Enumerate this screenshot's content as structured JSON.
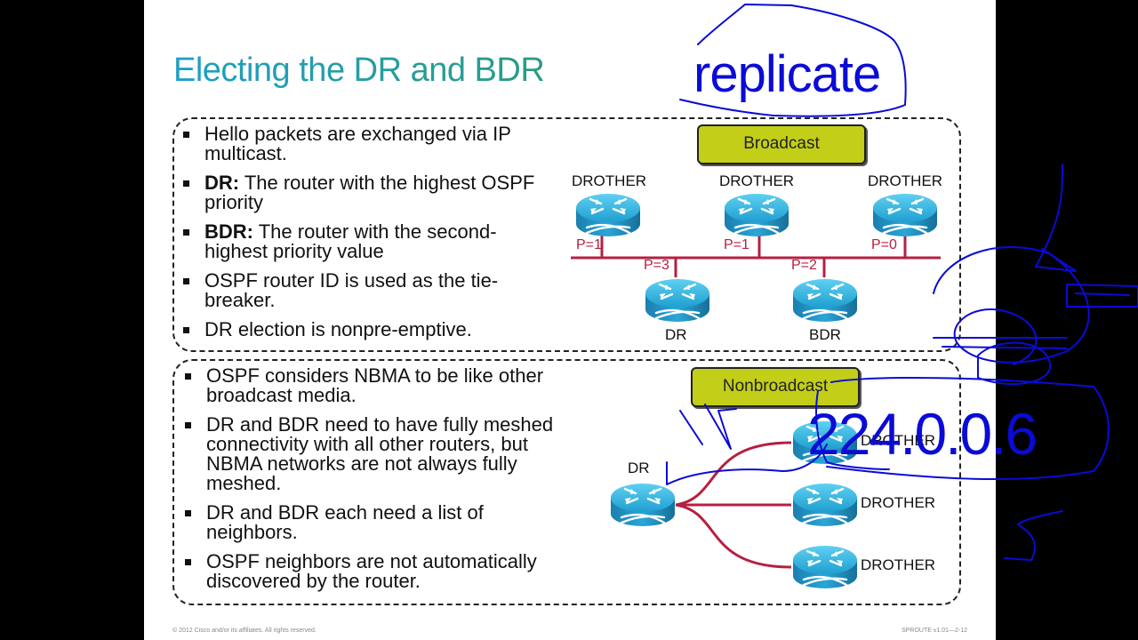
{
  "slide": {
    "title": "Electing the DR and BDR",
    "footer_left": "© 2012 Cisco and/or its affiliates. All rights reserved.",
    "footer_right": "SPROUTE v1.01—2-12"
  },
  "broadcast_panel": {
    "bullets": [
      {
        "bold": "",
        "text": "Hello packets are exchanged via IP multicast."
      },
      {
        "bold": "DR:",
        "text": " The router with the highest OSPF priority"
      },
      {
        "bold": "BDR:",
        "text": " The router with the second-highest priority value"
      },
      {
        "bold": "",
        "text": "OSPF router ID is used as the tie-breaker."
      },
      {
        "bold": "",
        "text": "DR election is nonpre-emptive."
      }
    ],
    "diagram": {
      "label": "Broadcast",
      "routers": [
        {
          "role": "DROTHER",
          "priority": "P=1"
        },
        {
          "role": "DROTHER",
          "priority": "P=1"
        },
        {
          "role": "DROTHER",
          "priority": "P=0"
        },
        {
          "role": "DR",
          "priority": "P=3"
        },
        {
          "role": "BDR",
          "priority": "P=2"
        }
      ]
    }
  },
  "nonbroadcast_panel": {
    "bullets": [
      {
        "bold": "",
        "text": "OSPF considers NBMA to be like other broadcast media."
      },
      {
        "bold": "",
        "text": "DR and BDR need to have fully meshed connectivity with all other routers, but NBMA networks are not always fully meshed."
      },
      {
        "bold": "",
        "text": "DR and BDR each need a list of neighbors."
      },
      {
        "bold": "",
        "text": "OSPF neighbors are not automatically discovered by the router."
      }
    ],
    "diagram": {
      "label": "Nonbroadcast",
      "hub": {
        "role": "DR"
      },
      "spokes": [
        {
          "role": "DROTHER"
        },
        {
          "role": "DROTHER"
        },
        {
          "role": "DROTHER"
        }
      ]
    }
  },
  "annotations": {
    "handwritten_word": "replicate",
    "handwritten_address": "224.0.0.6",
    "ink_color": "#0b0bd6"
  },
  "colors": {
    "title_gradient_start": "#1e9fc6",
    "title_gradient_end": "#2a9c83",
    "label_box_fill": "#c3ce18",
    "link_color": "#b52040",
    "router_blue": "#1f9fd0"
  }
}
